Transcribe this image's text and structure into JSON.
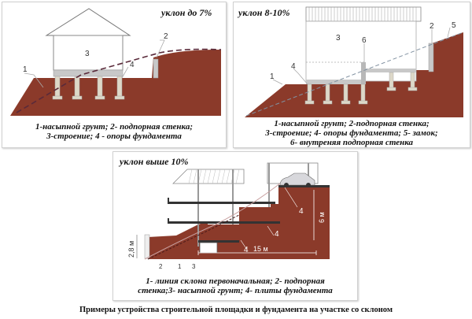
{
  "colors": {
    "soil": "#8b3a2a",
    "soil_dark": "#7a3022",
    "slab": "#c8c8c8",
    "pillar": "#ddd8c8",
    "dashed_line": "#5a2a3a"
  },
  "panels": [
    {
      "title": "уклон до 7%",
      "labels": [
        "1",
        "2",
        "3",
        "4"
      ],
      "caption_lines": [
        "1-насыпной грунт; 2- подпорная стенка;",
        "3-строение; 4 - опоры фундамента"
      ]
    },
    {
      "title": "уклон 8-10%",
      "labels": [
        "1",
        "2",
        "3",
        "4",
        "5",
        "6"
      ],
      "caption_lines": [
        "1-насыпной грунт; 2-подпорная стенка;",
        "3-строение; 4- опоры фундамента; 5- замок;",
        "6- внутреняя подпорная стенка"
      ]
    },
    {
      "title": "уклон выше 10%",
      "labels": [
        "2",
        "1",
        "3",
        "4",
        "4",
        "4"
      ],
      "dimensions": {
        "height_left": "2,8 м",
        "height_right": "6 м",
        "width": "15 м"
      },
      "caption_lines": [
        "1- линия склона первоначальная; 2- подпорная",
        "стенка;3- насыпной грунт; 4- плиты фундамента"
      ]
    }
  ],
  "footer": "Примеры устройства строительной площадки и фундамента на участке со склоном"
}
